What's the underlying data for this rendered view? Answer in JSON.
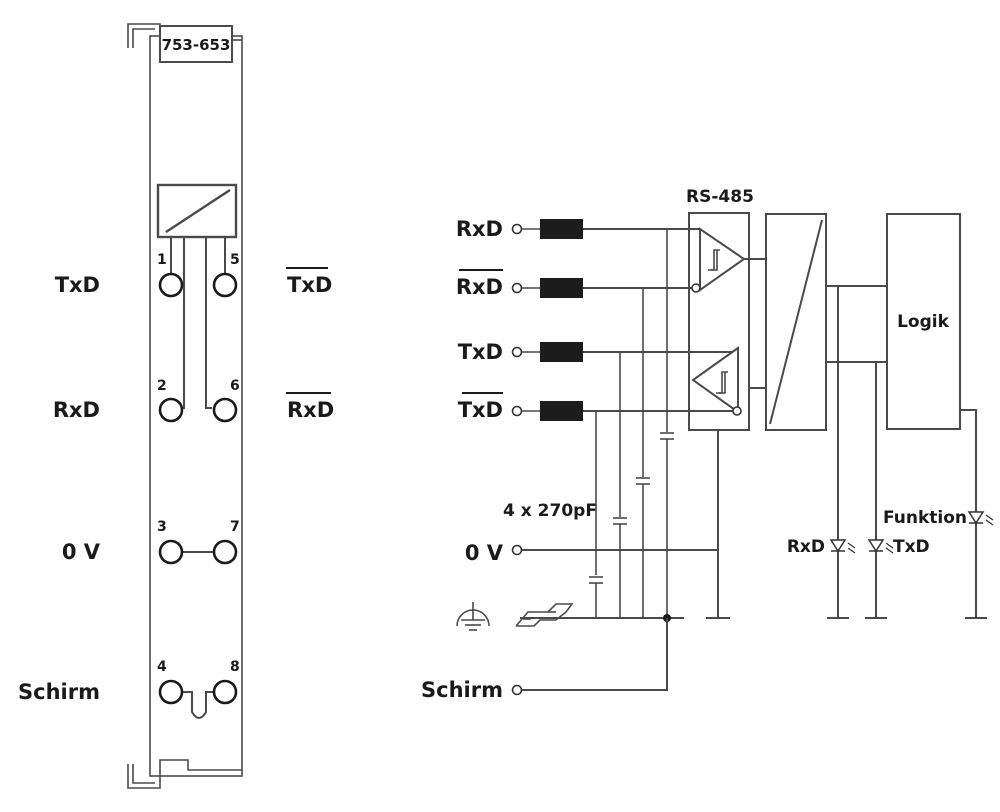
{
  "module": {
    "part_number": "753-653",
    "signals_left": [
      "TxD",
      "RxD",
      "0 V",
      "Schirm"
    ],
    "signals_right": [
      "TxD",
      "RxD"
    ],
    "pins": [
      "1",
      "5",
      "2",
      "6",
      "3",
      "7",
      "4",
      "8"
    ]
  },
  "schematic": {
    "inputs": [
      "RxD",
      "RxD",
      "TxD",
      "TxD",
      "0 V",
      "Schirm"
    ],
    "interface_label": "RS-485",
    "logic_label": "Logik",
    "capacitor_label": "4 x 270pF",
    "leds": [
      "RxD",
      "TxD",
      "Funktion"
    ]
  },
  "colors": {
    "line": "#4a4a4a",
    "text": "#1a1a1a",
    "resistor": "#1c1c1c"
  }
}
